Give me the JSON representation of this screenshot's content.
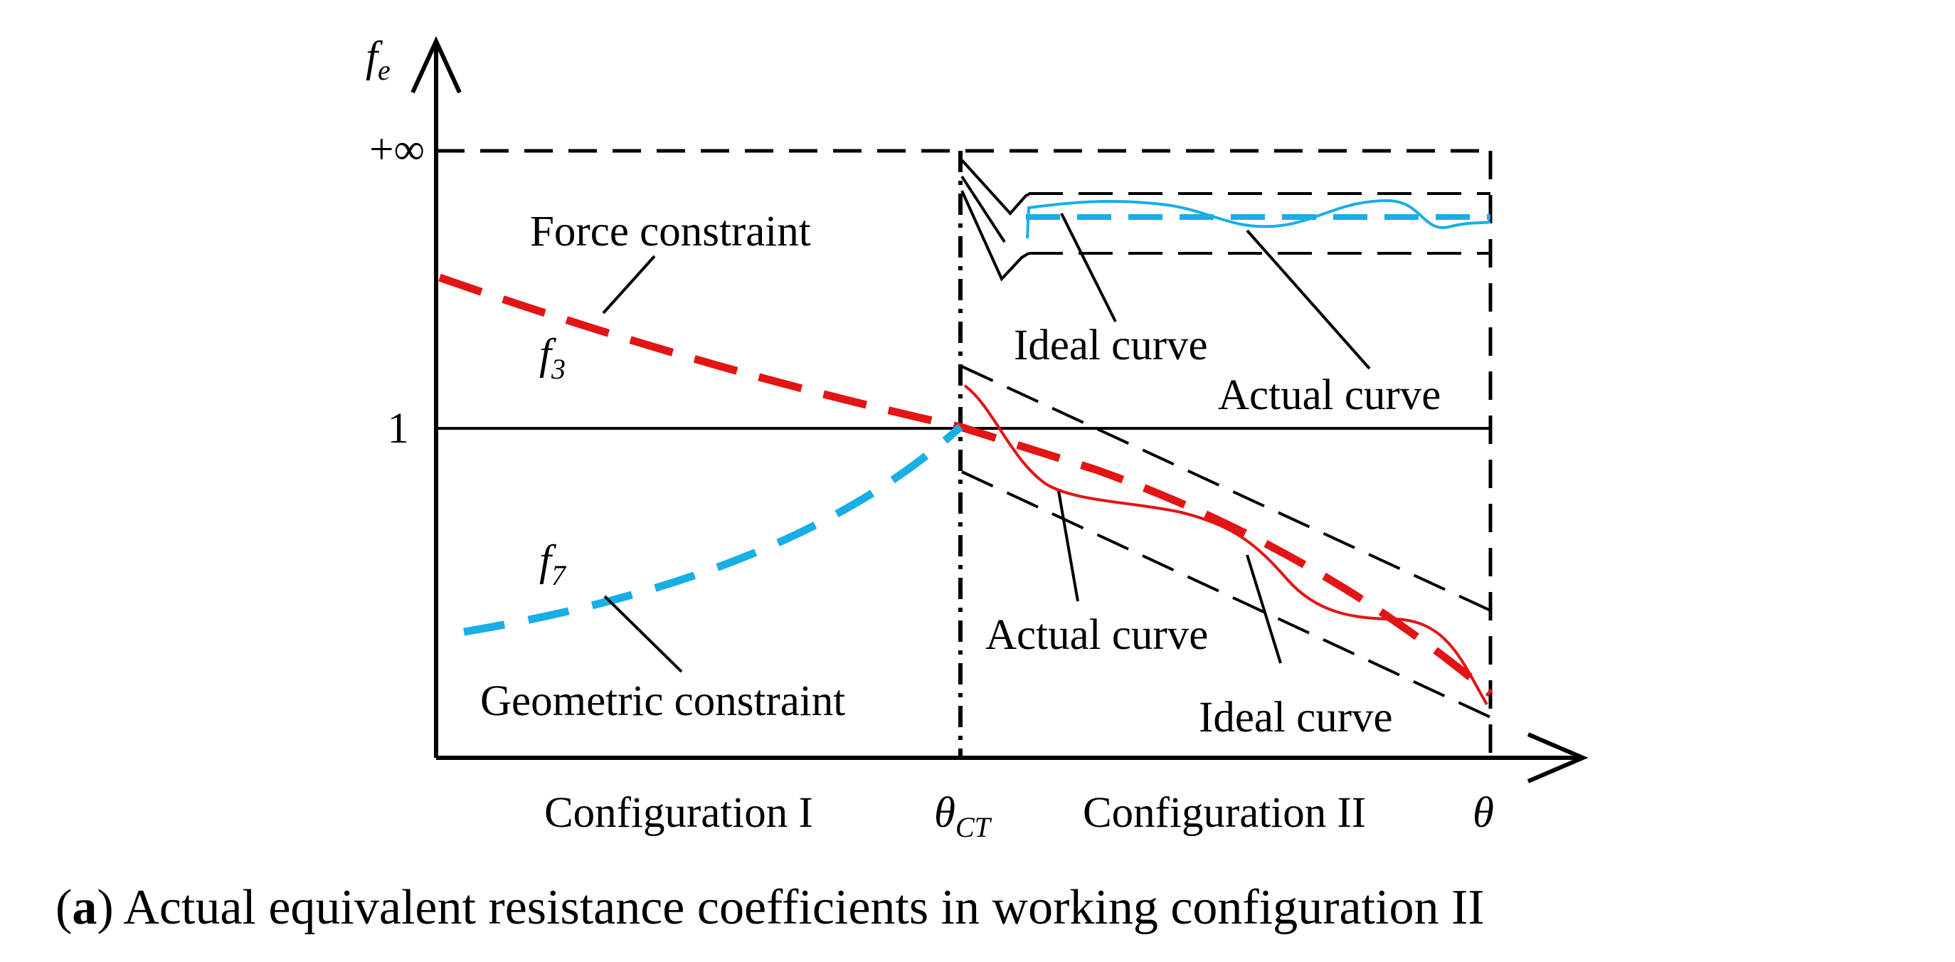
{
  "axes": {
    "y_symbol": "f",
    "y_symbol_sub": "e",
    "x_symbol": "θ",
    "y_tick_inf": "+∞",
    "y_tick_one": "1",
    "x_tick_ct": "θ",
    "x_tick_ct_sub": "CT"
  },
  "labels": {
    "force_constraint": "Force constraint",
    "geometric_constraint": "Geometric constraint",
    "f3": "f",
    "f3_sub": "3",
    "f7": "f",
    "f7_sub": "7",
    "ideal_curve_upper": "Ideal curve",
    "actual_curve_upper": "Actual curve",
    "actual_curve_lower": "Actual curve",
    "ideal_curve_lower": "Ideal curve"
  },
  "regions": {
    "config_1": "Configuration I",
    "config_2": "Configuration II"
  },
  "caption": {
    "letter": "a",
    "text": "Actual equivalent resistance coefficients in working configuration II"
  },
  "colors": {
    "red": "#e31414",
    "blue": "#18aee6",
    "black": "#000000"
  }
}
